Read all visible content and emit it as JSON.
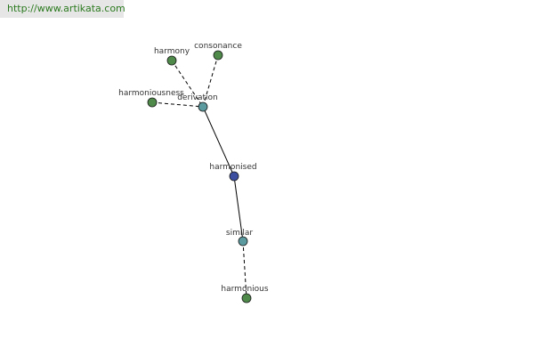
{
  "source_link": {
    "text": "http://www.artikata.com"
  },
  "colors": {
    "link_text": "#2b7a1f",
    "link_background": "#e6e6e6",
    "edge": "#000000",
    "leaf_node": "#4f8a4a",
    "relation_node": "#5b9a9e",
    "root_node": "#3b4ea0",
    "node_stroke": "#1a1a1a"
  },
  "nodes": [
    {
      "id": "harmony",
      "label": "harmony",
      "kind": "leaf"
    },
    {
      "id": "consonance",
      "label": "consonance",
      "kind": "leaf"
    },
    {
      "id": "harmoniousness",
      "label": "harmoniousness",
      "kind": "leaf"
    },
    {
      "id": "derivation",
      "label": "derivation",
      "kind": "relation"
    },
    {
      "id": "harmonised",
      "label": "harmonised",
      "kind": "root"
    },
    {
      "id": "similar",
      "label": "similar",
      "kind": "relation"
    },
    {
      "id": "harmonious",
      "label": "harmonious",
      "kind": "leaf"
    }
  ],
  "edges": [
    {
      "from": "derivation",
      "to": "harmonised",
      "style": "solid"
    },
    {
      "from": "harmonised",
      "to": "similar",
      "style": "solid"
    },
    {
      "from": "harmony",
      "to": "derivation",
      "style": "dashed"
    },
    {
      "from": "consonance",
      "to": "derivation",
      "style": "dashed"
    },
    {
      "from": "harmoniousness",
      "to": "derivation",
      "style": "dashed"
    },
    {
      "from": "similar",
      "to": "harmonious",
      "style": "dashed"
    }
  ]
}
